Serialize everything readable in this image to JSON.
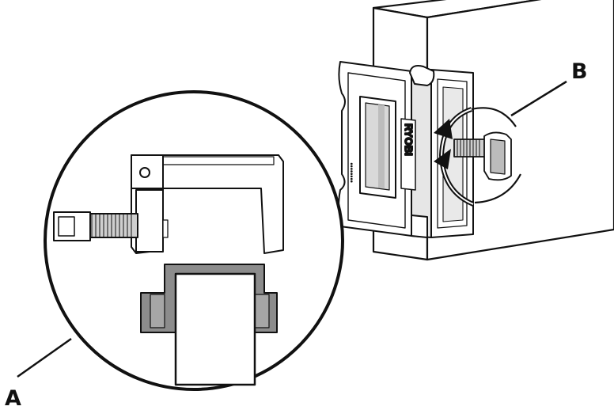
{
  "callouts": {
    "a": "A",
    "b": "B"
  },
  "device": {
    "brand": "RYOBI"
  },
  "icons": [
    "rotation-arrow-icon",
    "zoom-detail-circle"
  ],
  "colors": {
    "line": "#111111",
    "rail_gray": "#8c8c8c",
    "background": "#ffffff"
  }
}
